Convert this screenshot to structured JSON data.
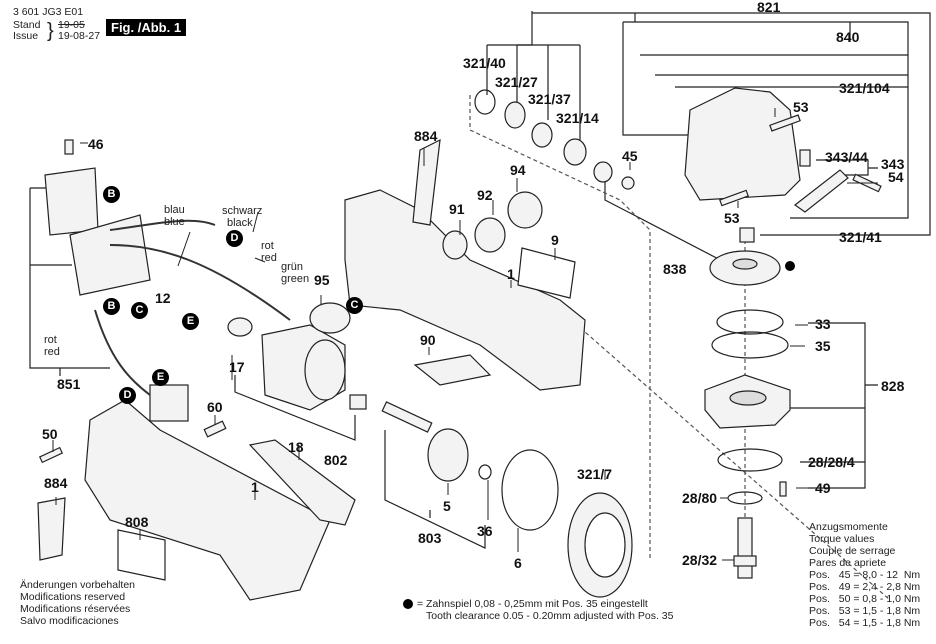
{
  "header": {
    "doc_number": "3 601 JG3 E01",
    "stand_label": "Stand",
    "issue_label": "Issue",
    "stand_value": "19-05",
    "issue_value": "19-08-27",
    "figure_label": "Fig. /Abb. 1"
  },
  "part_labels": {
    "p821": "821",
    "p840": "840",
    "p321_104": "321/104",
    "p321_40": "321/40",
    "p321_27": "321/27",
    "p321_37": "321/37",
    "p321_14": "321/14",
    "p53a": "53",
    "p53b": "53",
    "p45": "45",
    "p343_44": "343/44",
    "p343": "343",
    "p54": "54",
    "p321_41": "321/41",
    "p838": "838",
    "p33": "33",
    "p35": "35",
    "p828": "828",
    "p28_28_4": "28/28/4",
    "p28_80": "28/80",
    "p49": "49",
    "p28_32": "28/32",
    "p884a": "884",
    "p884b": "884",
    "p94": "94",
    "p92": "92",
    "p91": "91",
    "p9": "9",
    "p1a": "1",
    "p1b": "1",
    "p95": "95",
    "p90": "90",
    "p46": "46",
    "p12": "12",
    "p851": "851",
    "p17": "17",
    "p802": "802",
    "p60": "60",
    "p50": "50",
    "p18": "18",
    "p808": "808",
    "p5": "5",
    "p36": "36",
    "p803": "803",
    "p6": "6",
    "p321_7": "321/7"
  },
  "wire_labels": {
    "blau": "blau",
    "blue": "blue",
    "schwarz": "schwarz",
    "black": "black",
    "rot1": "rot",
    "red1": "red",
    "gruen": "grün",
    "green": "green",
    "rot2": "rot",
    "red2": "red"
  },
  "connector_badges": {
    "b1": "B",
    "b2": "B",
    "c1": "C",
    "c2": "C",
    "d1": "D",
    "d2": "D",
    "e1": "E",
    "e2": "E"
  },
  "notes": {
    "modifications": [
      "Änderungen vorbehalten",
      "Modifications reserved",
      "Modifications réservées",
      "Salvo modificaciones"
    ],
    "tooth_clearance_de": "= Zahnspiel 0,08 - 0,25mm mit Pos. 35 eingestellt",
    "tooth_clearance_en": "Tooth clearance 0.05 - 0.20mm adjusted with Pos. 35"
  },
  "torque": {
    "titles": [
      "Anzugsmomente",
      "Torque values",
      "Couple de serrage",
      "Pares de apriete"
    ],
    "rows": [
      "Pos.   45 = 8,0 - 12  Nm",
      "Pos.   49 = 2,4 - 2,8 Nm",
      "Pos.   50 = 0,8 - 1,0 Nm",
      "Pos.   53 = 1,5 - 1,8 Nm",
      "Pos.   54 = 1,5 - 1,8 Nm"
    ]
  }
}
